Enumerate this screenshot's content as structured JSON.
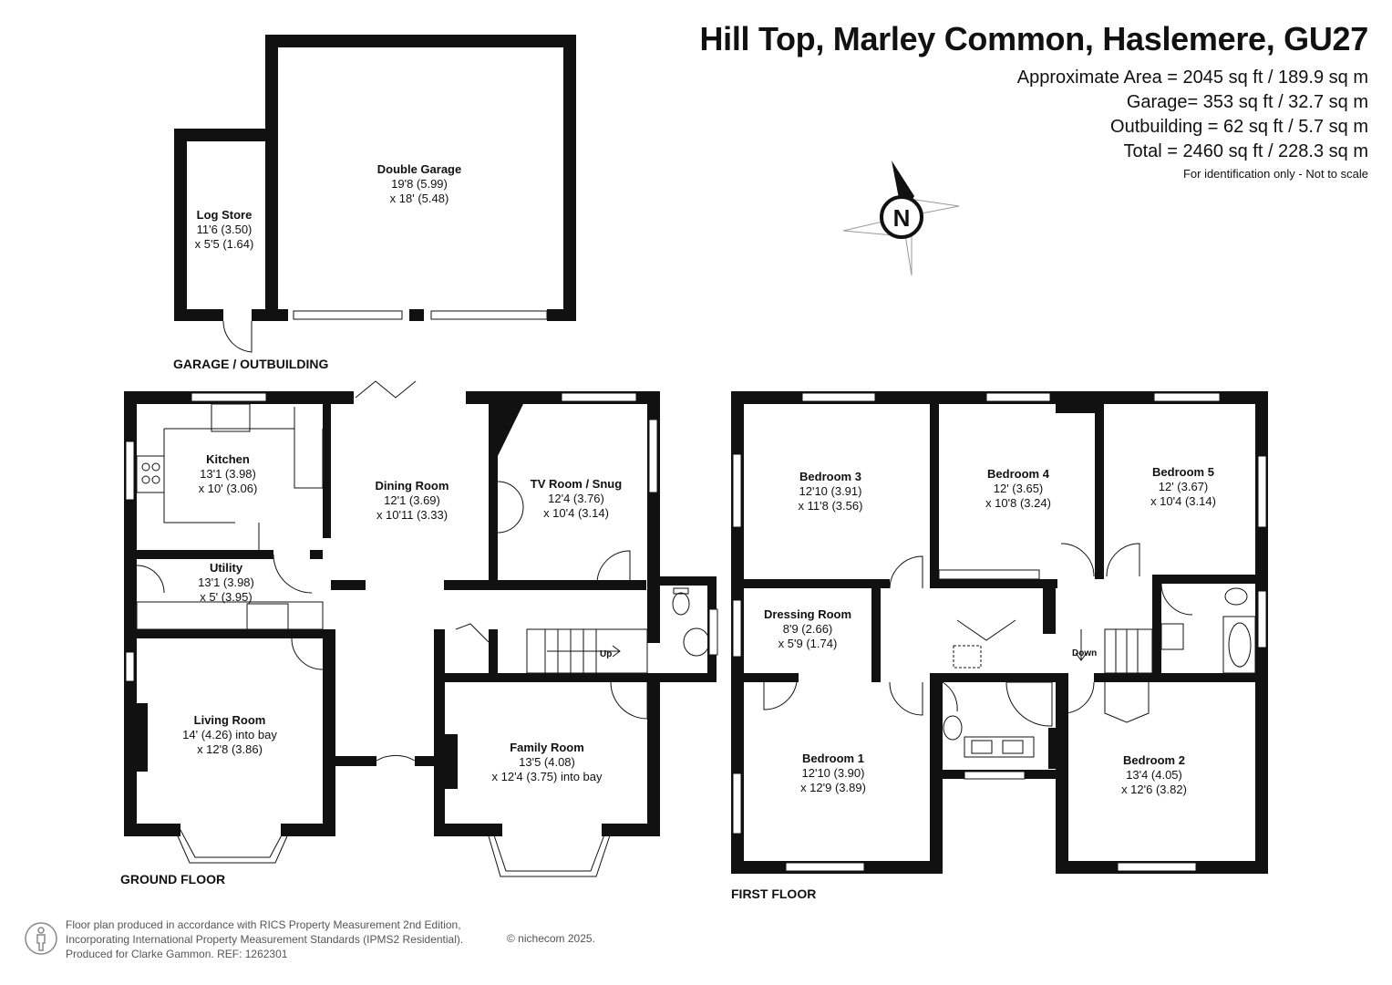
{
  "header": {
    "title": "Hill Top, Marley Common, Haslemere, GU27",
    "areas": [
      "Approximate Area = 2045 sq ft / 189.9 sq m",
      "Garage= 353 sq ft / 32.7 sq m",
      "Outbuilding = 62 sq ft / 5.7 sq m",
      "Total = 2460 sq ft / 228.3 sq m"
    ],
    "note": "For identification only - Not to scale"
  },
  "compass": {
    "letter": "N"
  },
  "floors": {
    "outbuilding": "GARAGE / OUTBUILDING",
    "ground": "GROUND FLOOR",
    "first": "FIRST FLOOR"
  },
  "rooms": {
    "double_garage": {
      "name": "Double Garage",
      "dim1": "19'8 (5.99)",
      "dim2": "x 18' (5.48)"
    },
    "log_store": {
      "name": "Log Store",
      "dim1": "11'6 (3.50)",
      "dim2": "x 5'5 (1.64)"
    },
    "kitchen": {
      "name": "Kitchen",
      "dim1": "13'1 (3.98)",
      "dim2": "x 10' (3.06)"
    },
    "dining_room": {
      "name": "Dining Room",
      "dim1": "12'1 (3.69)",
      "dim2": "x 10'11 (3.33)"
    },
    "tv_room": {
      "name": "TV Room / Snug",
      "dim1": "12'4 (3.76)",
      "dim2": "x 10'4 (3.14)"
    },
    "utility": {
      "name": "Utility",
      "dim1": "13'1 (3.98)",
      "dim2": "x 5' (3.95)"
    },
    "living_room": {
      "name": "Living Room",
      "dim1": "14' (4.26) into bay",
      "dim2": "x 12'8 (3.86)"
    },
    "family_room": {
      "name": "Family Room",
      "dim1": "13'5 (4.08)",
      "dim2": "x 12'4 (3.75) into bay"
    },
    "bedroom_3": {
      "name": "Bedroom 3",
      "dim1": "12'10 (3.91)",
      "dim2": "x 11'8 (3.56)"
    },
    "bedroom_4": {
      "name": "Bedroom 4",
      "dim1": "12' (3.65)",
      "dim2": "x 10'8 (3.24)"
    },
    "bedroom_5": {
      "name": "Bedroom 5",
      "dim1": "12' (3.67)",
      "dim2": "x 10'4 (3.14)"
    },
    "dressing_room": {
      "name": "Dressing Room",
      "dim1": "8'9 (2.66)",
      "dim2": "x 5'9 (1.74)"
    },
    "bedroom_1": {
      "name": "Bedroom 1",
      "dim1": "12'10 (3.90)",
      "dim2": "x 12'9 (3.89)"
    },
    "bedroom_2": {
      "name": "Bedroom 2",
      "dim1": "13'4 (4.05)",
      "dim2": "x 12'6 (3.82)"
    }
  },
  "stairs": {
    "up": "Up",
    "down": "Down"
  },
  "footer": {
    "lines": [
      "Floor plan produced in accordance with RICS Property Measurement 2nd Edition,",
      "Incorporating International Property Measurement Standards (IPMS2 Residential).",
      "Produced for Clarke Gammon.   REF:  1262301"
    ],
    "credit": "© nichecom 2025."
  }
}
